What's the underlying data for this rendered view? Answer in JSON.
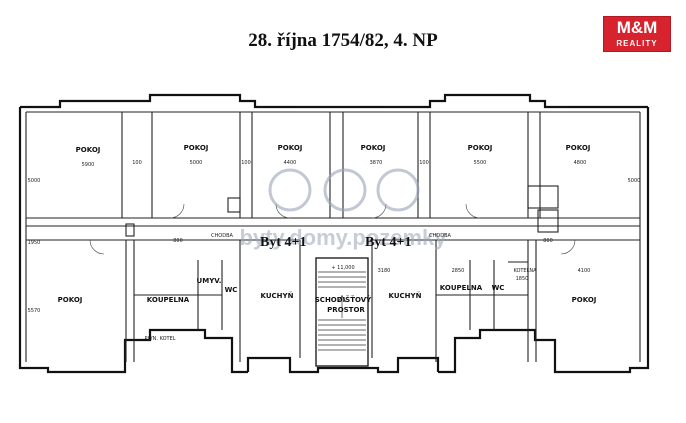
{
  "header": {
    "title": "28. října 1754/82, 4. NP"
  },
  "logo": {
    "brand": "M&M",
    "sub": "REALITY",
    "color": "#d7232e"
  },
  "watermark": {
    "text": "byty.domy.pozemky"
  },
  "plan": {
    "rooms": {
      "pokoj_1": "POKOJ",
      "pokoj_2": "POKOJ",
      "pokoj_3": "POKOJ",
      "pokoj_4": "POKOJ",
      "pokoj_5": "POKOJ",
      "pokoj_6": "POKOJ",
      "pokoj_left": "POKOJ",
      "pokoj_right": "POKOJ",
      "chodba_left": "CHODBA",
      "chodba_right": "CHODBA",
      "umyv": "UMYV.",
      "wc_left": "WC",
      "wc_right": "WC",
      "koupelna_left": "KOUPELNA",
      "koupelna_right": "KOUPELNA",
      "kuchyn_left": "KUCHYŇ",
      "kuchyn_right": "KUCHYŇ",
      "stair": "SCHODIŠŤOVÝ",
      "stair2": "PROSTOR",
      "kotelna": "KOTELNA",
      "plyn_kotel": "PLYN. KOTEL"
    },
    "apartments": {
      "left": "Byt 4+1",
      "right": "Byt 4+1"
    },
    "level": "+ 11,000",
    "dimensions": {
      "w1": "5900",
      "w2": "5000",
      "w3": "4400",
      "w4": "3870",
      "w5": "5500",
      "w6": "4800",
      "h_left": "5000",
      "h_right": "5000",
      "w_left_low": "5570",
      "w_right_low": "4100",
      "d_kitchen": "3180",
      "d_bath": "2850",
      "d_kotelna": "1850",
      "d_100a": "100",
      "d_100b": "100",
      "d_100c": "100",
      "d_800a": "800",
      "d_800b": "800",
      "d_1950": "1950"
    }
  }
}
